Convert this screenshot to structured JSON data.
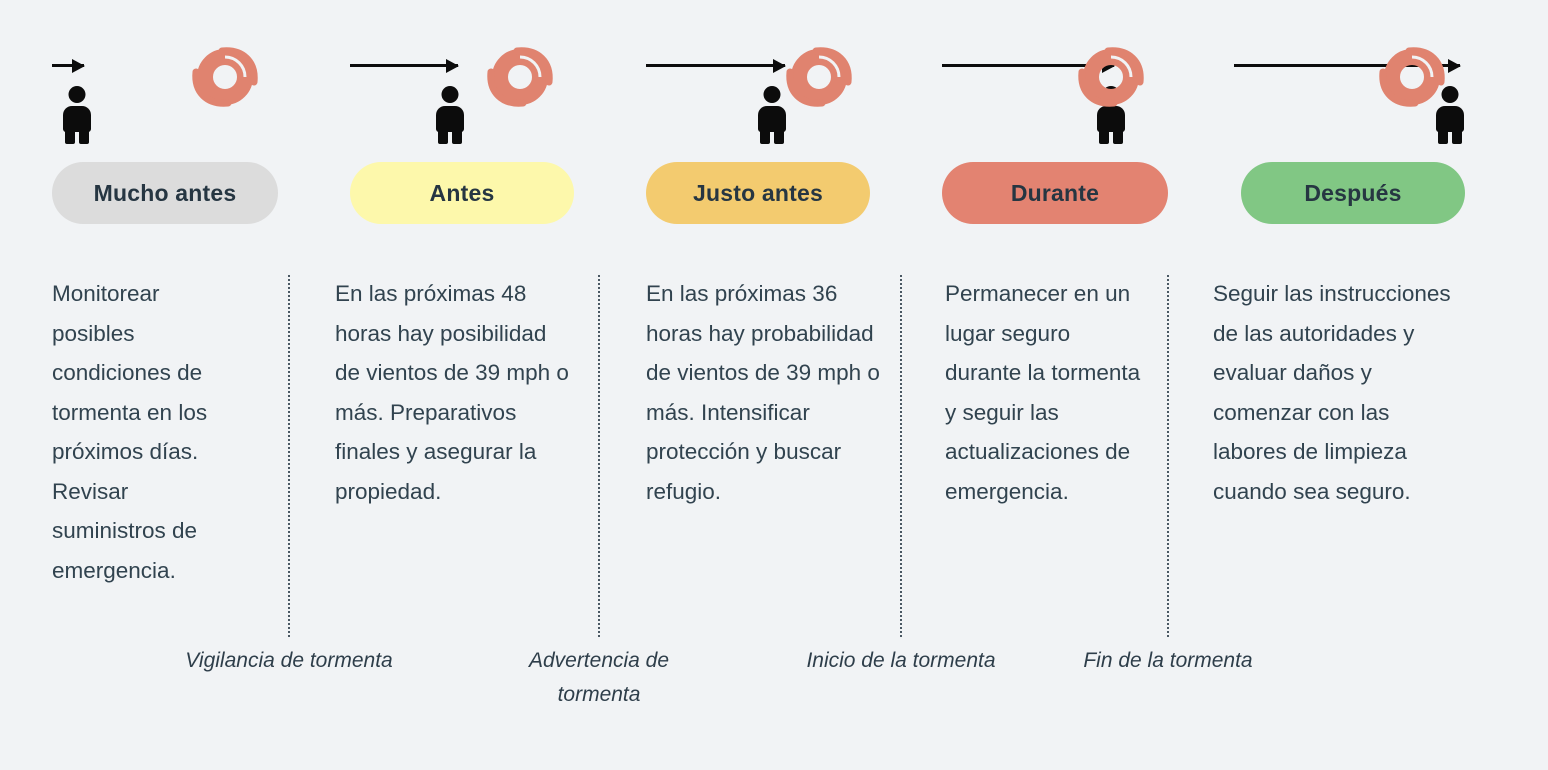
{
  "background_color": "#f1f3f5",
  "text_color": "#31434f",
  "hurricane_color": "#e0836f",
  "arrow_color": "#0c0c0c",
  "columns": [
    {
      "phase_label": "Mucho antes",
      "pill_color": "#dcdcdc",
      "body": "Monitorear posibles condiciones de tormenta en los próximos días. Revisar suministros de emergencia.",
      "icon_arrow_label": "storm-track-arrow",
      "icon_person_label": "person-icon",
      "icon_hurricane_label": "hurricane-icon"
    },
    {
      "phase_label": "Antes",
      "pill_color": "#fdf8ab",
      "body": "En las próximas 48 horas hay posibilidad de vientos de 39 mph o más. Preparativos finales y asegurar la propiedad.",
      "icon_arrow_label": "storm-track-arrow",
      "icon_person_label": "person-icon",
      "icon_hurricane_label": "hurricane-icon"
    },
    {
      "phase_label": "Justo antes",
      "pill_color": "#f3cb6f",
      "body": "En las próximas 36 horas hay probabilidad de vientos de 39 mph o más. Intensificar protección y buscar refugio.",
      "icon_arrow_label": "storm-track-arrow",
      "icon_person_label": "person-icon",
      "icon_hurricane_label": "hurricane-icon"
    },
    {
      "phase_label": "Durante",
      "pill_color": "#e38371",
      "body": "Permanecer en un lugar seguro durante la tormenta y seguir las actualizaciones de emergencia.",
      "icon_arrow_label": "storm-track-arrow",
      "icon_person_label": "person-icon",
      "icon_hurricane_label": "hurricane-icon"
    },
    {
      "phase_label": "Después",
      "pill_color": "#81c784",
      "body": "Seguir las instrucciones de las autoridades y evaluar daños y comenzar con las labores de limpieza cuando sea seguro.",
      "icon_arrow_label": "storm-track-arrow",
      "icon_person_label": "person-icon",
      "icon_hurricane_label": "hurricane-icon"
    }
  ],
  "milestones": [
    {
      "label": "Vigilancia de tormenta"
    },
    {
      "label": "Advertencia de tormenta"
    },
    {
      "label": "Inicio de la tormenta"
    },
    {
      "label": "Fin de la tormenta"
    }
  ]
}
